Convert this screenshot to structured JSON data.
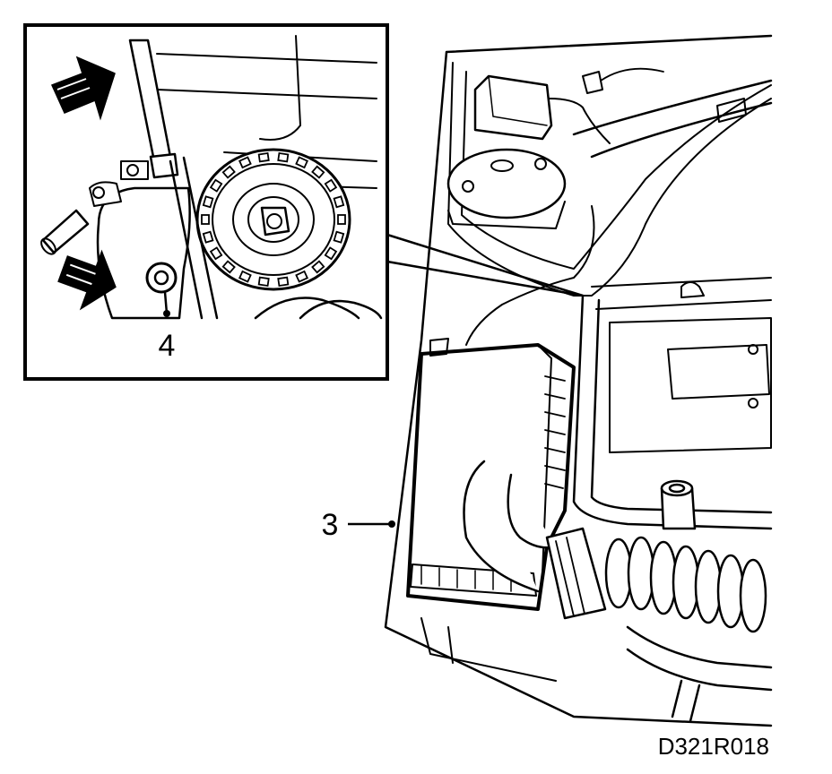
{
  "diagram": {
    "callouts": [
      {
        "id": "callout-3",
        "label": "3"
      },
      {
        "id": "callout-4",
        "label": "4"
      }
    ],
    "figure_code": "D321R018"
  },
  "colors": {
    "line": "#000000",
    "background": "#ffffff"
  }
}
